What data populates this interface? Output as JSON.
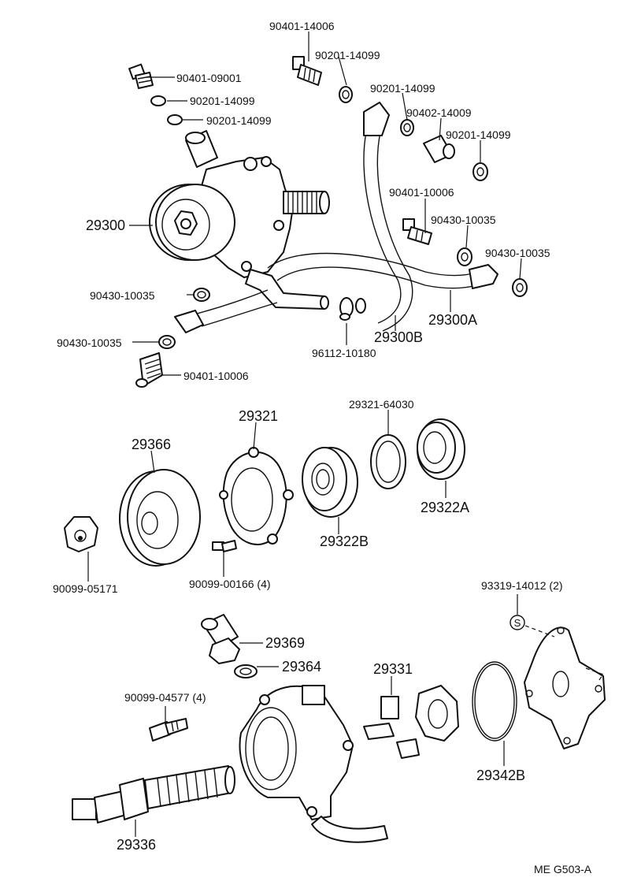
{
  "figure_code": "ME  G503-A",
  "labels": {
    "p90401_14006": "90401-14006",
    "p90201_14099_a": "90201-14099",
    "p90401_09001": "90401-09001",
    "p90201_14099_b": "90201-14099",
    "p90201_14099_c": "90201-14099",
    "p90201_14099_d": "90201-14099",
    "p90402_14009": "90402-14009",
    "p90201_14099_e": "90201-14099",
    "p29300": "29300",
    "p90401_10006_a": "90401-10006",
    "p90430_10035_a": "90430-10035",
    "p90430_10035_b": "90430-10035",
    "p90430_10035_c": "90430-10035",
    "p29300A": "29300A",
    "p90430_10035_d": "90430-10035",
    "p29300B": "29300B",
    "p96112_10180": "96112-10180",
    "p90401_10006_b": "90401-10006",
    "p29321": "29321",
    "p29321_64030": "29321-64030",
    "p29366": "29366",
    "p29322A": "29322A",
    "p29322B": "29322B",
    "p90099_05171": "90099-05171",
    "p90099_00166": "90099-00166 (4)",
    "p93319_14012": "93319-14012 (2)",
    "p29369": "29369",
    "p29364": "29364",
    "p29331": "29331",
    "p90099_04577": "90099-04577 (4)",
    "p29342B": "29342B",
    "p29336": "29336",
    "s_mark": "S"
  }
}
